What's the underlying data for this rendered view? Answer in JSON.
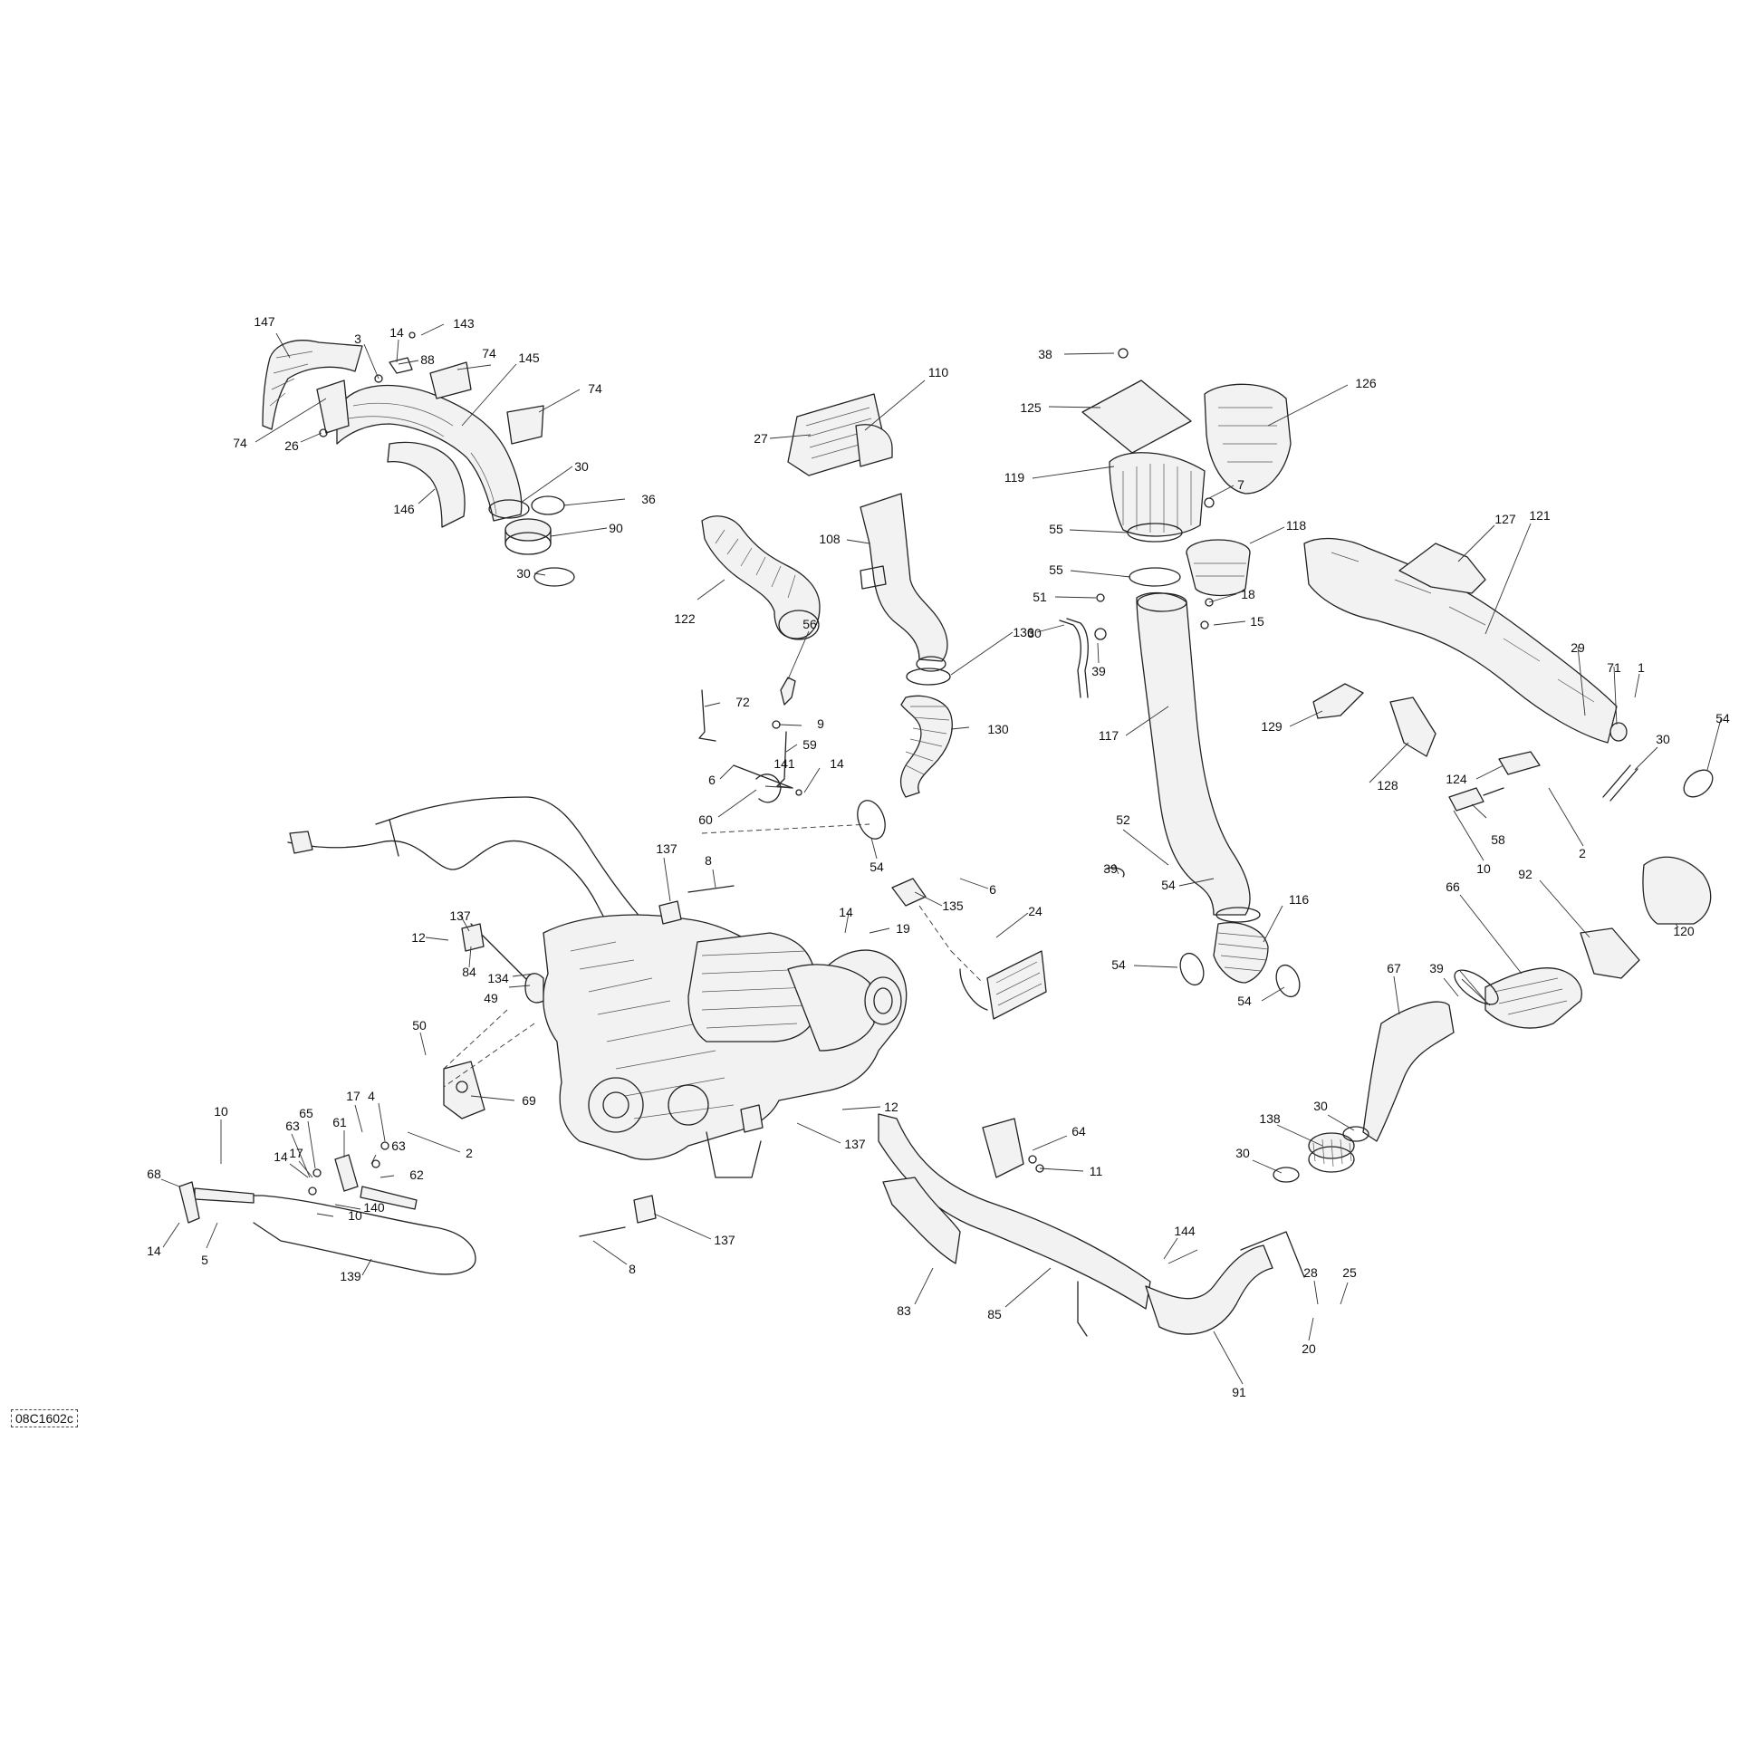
{
  "reference_code": "08C1602c",
  "callouts": [
    {
      "label": "147"
    },
    {
      "label": "3"
    },
    {
      "label": "14"
    },
    {
      "label": "143"
    },
    {
      "label": "88"
    },
    {
      "label": "74"
    },
    {
      "label": "145"
    },
    {
      "label": "74"
    },
    {
      "label": "74"
    },
    {
      "label": "26"
    },
    {
      "label": "30"
    },
    {
      "label": "36"
    },
    {
      "label": "146"
    },
    {
      "label": "90"
    },
    {
      "label": "30"
    },
    {
      "label": "110"
    },
    {
      "label": "27"
    },
    {
      "label": "108"
    },
    {
      "label": "122"
    },
    {
      "label": "30"
    },
    {
      "label": "130"
    },
    {
      "label": "56"
    },
    {
      "label": "72"
    },
    {
      "label": "9"
    },
    {
      "label": "59"
    },
    {
      "label": "6"
    },
    {
      "label": "141"
    },
    {
      "label": "14"
    },
    {
      "label": "60"
    },
    {
      "label": "54"
    },
    {
      "label": "137"
    },
    {
      "label": "8"
    },
    {
      "label": "6"
    },
    {
      "label": "135"
    },
    {
      "label": "14"
    },
    {
      "label": "19"
    },
    {
      "label": "24"
    },
    {
      "label": "137"
    },
    {
      "label": "12"
    },
    {
      "label": "84"
    },
    {
      "label": "134"
    },
    {
      "label": "49"
    },
    {
      "label": "50"
    },
    {
      "label": "69"
    },
    {
      "label": "17"
    },
    {
      "label": "4"
    },
    {
      "label": "65"
    },
    {
      "label": "61"
    },
    {
      "label": "63"
    },
    {
      "label": "2"
    },
    {
      "label": "63"
    },
    {
      "label": "14"
    },
    {
      "label": "17"
    },
    {
      "label": "62"
    },
    {
      "label": "10"
    },
    {
      "label": "68"
    },
    {
      "label": "140"
    },
    {
      "label": "10"
    },
    {
      "label": "14"
    },
    {
      "label": "5"
    },
    {
      "label": "139"
    },
    {
      "label": "12"
    },
    {
      "label": "137"
    },
    {
      "label": "137"
    },
    {
      "label": "8"
    },
    {
      "label": "64"
    },
    {
      "label": "11"
    },
    {
      "label": "38"
    },
    {
      "label": "126"
    },
    {
      "label": "125"
    },
    {
      "label": "119"
    },
    {
      "label": "7"
    },
    {
      "label": "55"
    },
    {
      "label": "118"
    },
    {
      "label": "55"
    },
    {
      "label": "18"
    },
    {
      "label": "51"
    },
    {
      "label": "15"
    },
    {
      "label": "136"
    },
    {
      "label": "39"
    },
    {
      "label": "117"
    },
    {
      "label": "52"
    },
    {
      "label": "39"
    },
    {
      "label": "54"
    },
    {
      "label": "116"
    },
    {
      "label": "54"
    },
    {
      "label": "54"
    },
    {
      "label": "127"
    },
    {
      "label": "121"
    },
    {
      "label": "29"
    },
    {
      "label": "71"
    },
    {
      "label": "1"
    },
    {
      "label": "129"
    },
    {
      "label": "128"
    },
    {
      "label": "124"
    },
    {
      "label": "58"
    },
    {
      "label": "2"
    },
    {
      "label": "10"
    },
    {
      "label": "30"
    },
    {
      "label": "54"
    },
    {
      "label": "92"
    },
    {
      "label": "120"
    },
    {
      "label": "66"
    },
    {
      "label": "39"
    },
    {
      "label": "67"
    },
    {
      "label": "30"
    },
    {
      "label": "138"
    },
    {
      "label": "30"
    },
    {
      "label": "144"
    },
    {
      "label": "28"
    },
    {
      "label": "25"
    },
    {
      "label": "83"
    },
    {
      "label": "85"
    },
    {
      "label": "20"
    },
    {
      "label": "91"
    }
  ]
}
